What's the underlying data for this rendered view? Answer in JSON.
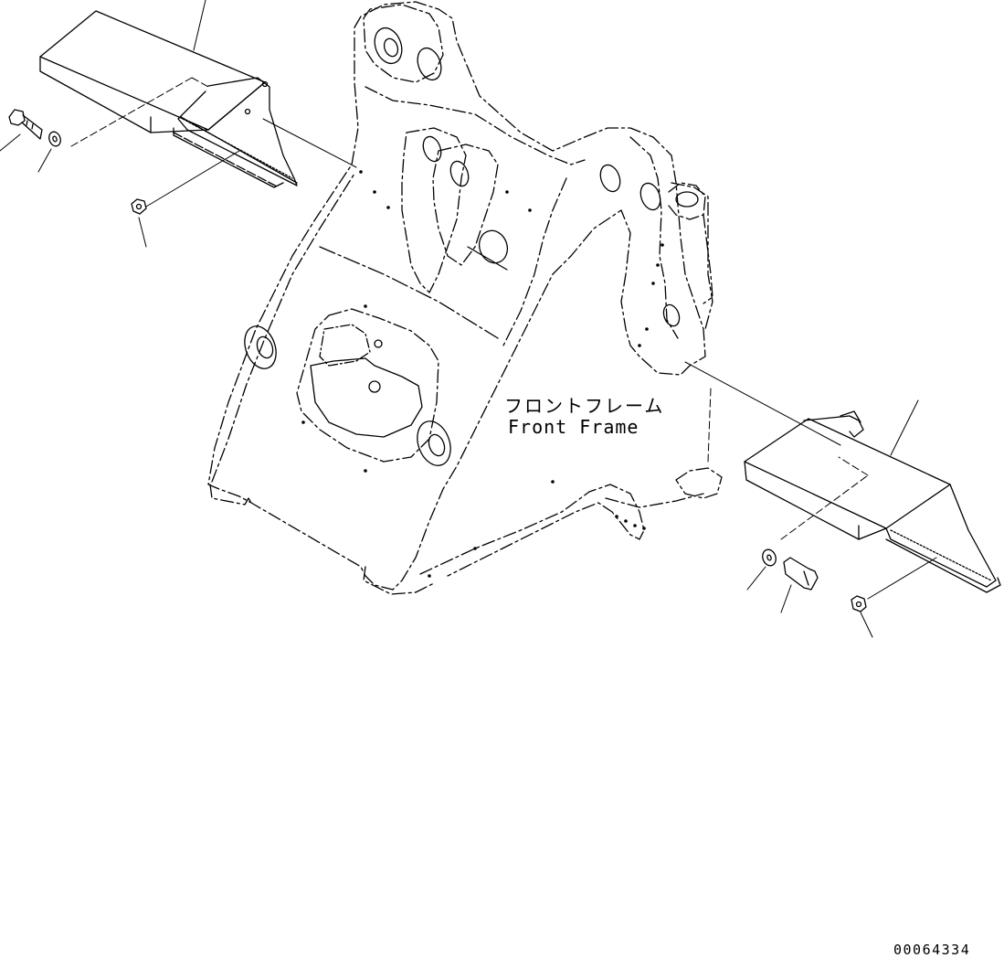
{
  "diagram": {
    "part_label_jp": "フロントフレーム",
    "part_label_en": "Front Frame",
    "drawing_number": "00064334"
  },
  "colors": {
    "ink": "#000000",
    "paper": "#ffffff"
  },
  "icons": [
    "bolt-icon",
    "washer-icon",
    "nut-icon"
  ]
}
